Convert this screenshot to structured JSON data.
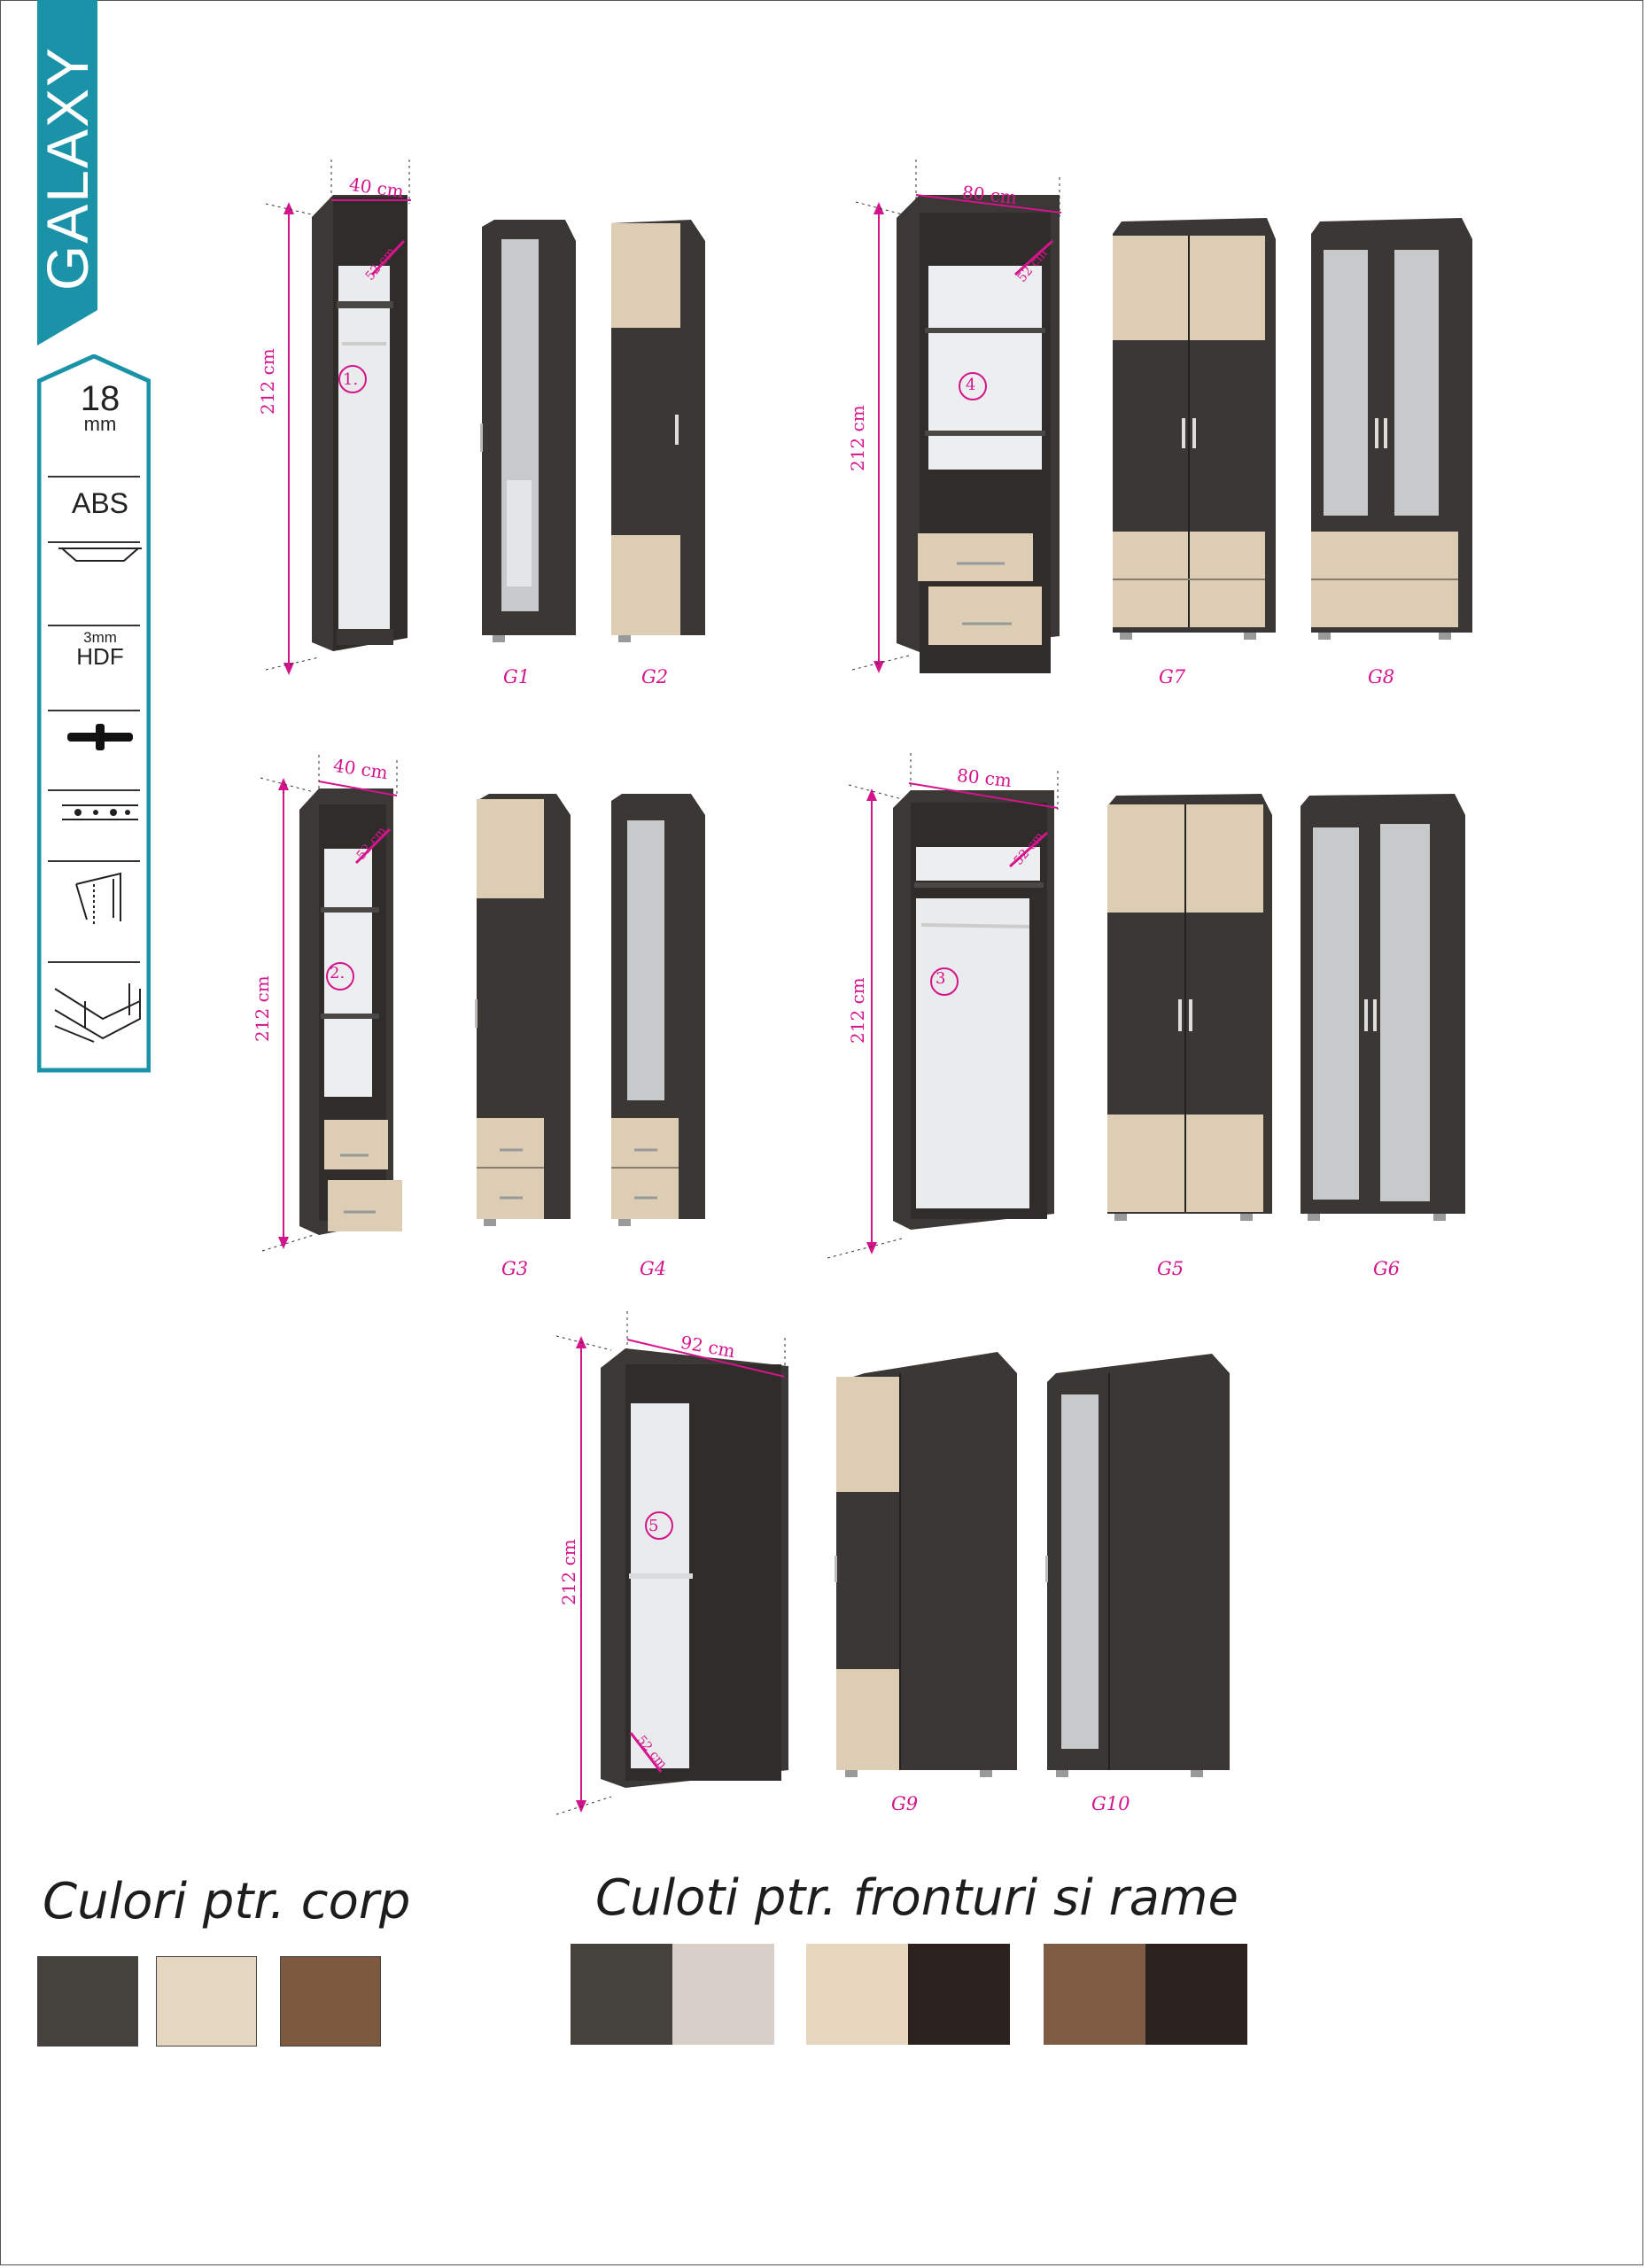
{
  "brand": {
    "name": "GALAXY",
    "accent_color": "#1a93a8"
  },
  "features": {
    "thickness_value": "18",
    "thickness_unit": "mm",
    "edge": "ABS",
    "back_value": "3mm",
    "back_material": "HDF",
    "icons": [
      "cam-lock-icon",
      "connector-icon",
      "hinge-icon",
      "drawer-runner-icon",
      "drawer-slide-icon"
    ]
  },
  "products": [
    {
      "number": "1.",
      "width": "40 cm",
      "depth": "52 cm",
      "height": "212 cm",
      "models": [
        "G1",
        "G2"
      ]
    },
    {
      "number": "4",
      "width": "80 cm",
      "depth": "52 cm",
      "height": "212 cm",
      "models": [
        "G7",
        "G8"
      ]
    },
    {
      "number": "2.",
      "width": "40 cm",
      "depth": "52 cm",
      "height": "212 cm",
      "models": [
        "G3",
        "G4"
      ]
    },
    {
      "number": "3",
      "width": "80 cm",
      "depth": "52 cm",
      "height": "212 cm",
      "models": [
        "G5",
        "G6"
      ]
    },
    {
      "number": "5",
      "width": "92 cm",
      "depth": "52 cm",
      "height": "212 cm",
      "models": [
        "G9",
        "G10"
      ]
    }
  ],
  "colors_body": {
    "title": "Culori ptr. corp",
    "swatches": [
      "#45423d",
      "#e5d6bf",
      "#7d5a3f"
    ]
  },
  "colors_fronts": {
    "title": "Culoti ptr. fronturi si rame",
    "pairs": [
      [
        "#45423d",
        "#d9cfc9"
      ],
      [
        "#e6d6bd",
        "#2b2220"
      ],
      [
        "#7e5c43",
        "#2b2220"
      ]
    ]
  }
}
